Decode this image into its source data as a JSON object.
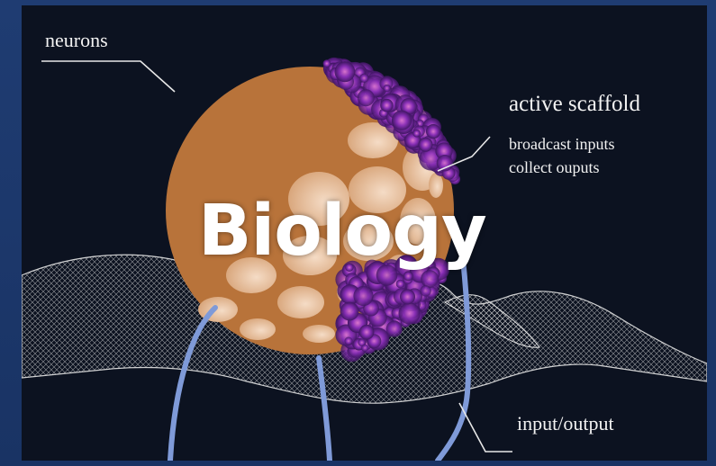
{
  "slide": {
    "title": "Biology",
    "colors": {
      "frame": "#1f3c72",
      "panel": "#0c1220",
      "scaffold": "#b8733a",
      "cells": "#f3d9c2",
      "neurons": "#8a2fb8",
      "cables": "#7f9ad8",
      "mesh": "#d8d8d8"
    }
  },
  "figure": {
    "labels": {
      "neurons": "neurons",
      "scaffold": "active scaffold",
      "broadcast": "broadcast inputs",
      "collect": "collect ouputs",
      "io": "input/output"
    }
  }
}
